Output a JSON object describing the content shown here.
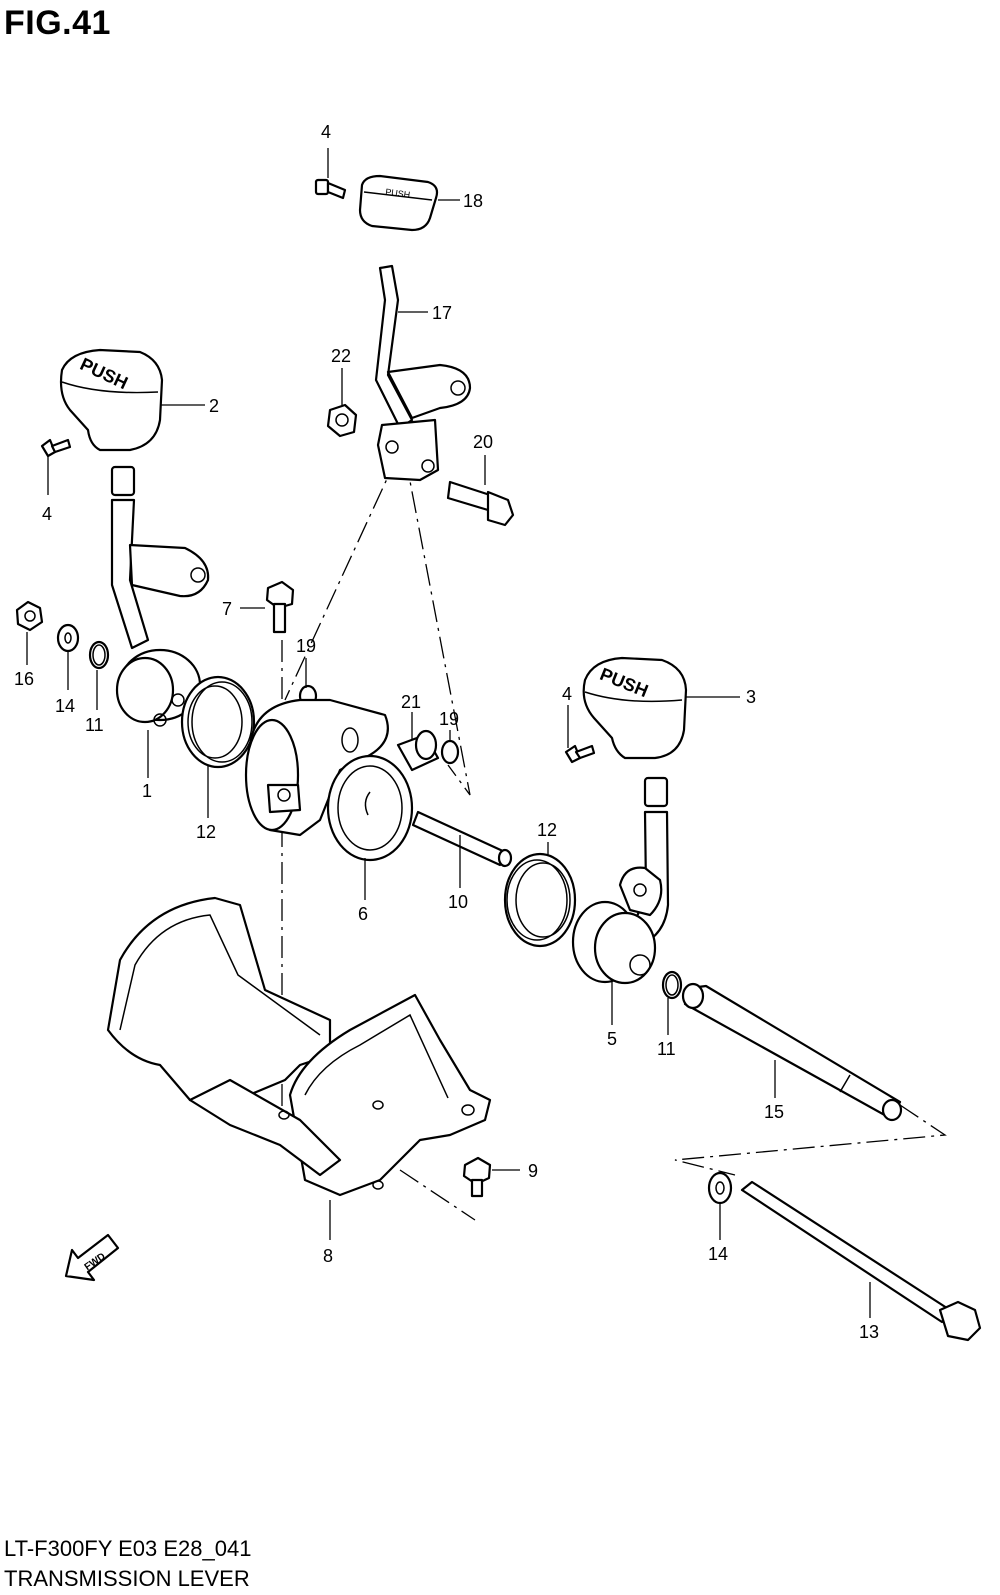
{
  "figure": {
    "title": "FIG.41",
    "model_code": "LT-F300FY E03 E28_041",
    "section_name": "TRANSMISSION LEVER"
  },
  "callouts": [
    {
      "id": "c4a",
      "text": "4"
    },
    {
      "id": "c18",
      "text": "18"
    },
    {
      "id": "c17",
      "text": "17"
    },
    {
      "id": "c22",
      "text": "22"
    },
    {
      "id": "c20",
      "text": "20"
    },
    {
      "id": "c2",
      "text": "2"
    },
    {
      "id": "c4b",
      "text": "4"
    },
    {
      "id": "c7",
      "text": "7"
    },
    {
      "id": "c16",
      "text": "16"
    },
    {
      "id": "c14a",
      "text": "14"
    },
    {
      "id": "c11a",
      "text": "11"
    },
    {
      "id": "c19a",
      "text": "19"
    },
    {
      "id": "c21",
      "text": "21"
    },
    {
      "id": "c19b",
      "text": "19"
    },
    {
      "id": "c4c",
      "text": "4"
    },
    {
      "id": "c3",
      "text": "3"
    },
    {
      "id": "c1",
      "text": "1"
    },
    {
      "id": "c12a",
      "text": "12"
    },
    {
      "id": "c12b",
      "text": "12"
    },
    {
      "id": "c6",
      "text": "6"
    },
    {
      "id": "c10",
      "text": "10"
    },
    {
      "id": "c5",
      "text": "5"
    },
    {
      "id": "c11b",
      "text": "11"
    },
    {
      "id": "c15",
      "text": "15"
    },
    {
      "id": "c9",
      "text": "9"
    },
    {
      "id": "c8",
      "text": "8"
    },
    {
      "id": "c14b",
      "text": "14"
    },
    {
      "id": "c13",
      "text": "13"
    }
  ],
  "knob_text": "PUSH",
  "fwd_arrow_text": "FWD"
}
